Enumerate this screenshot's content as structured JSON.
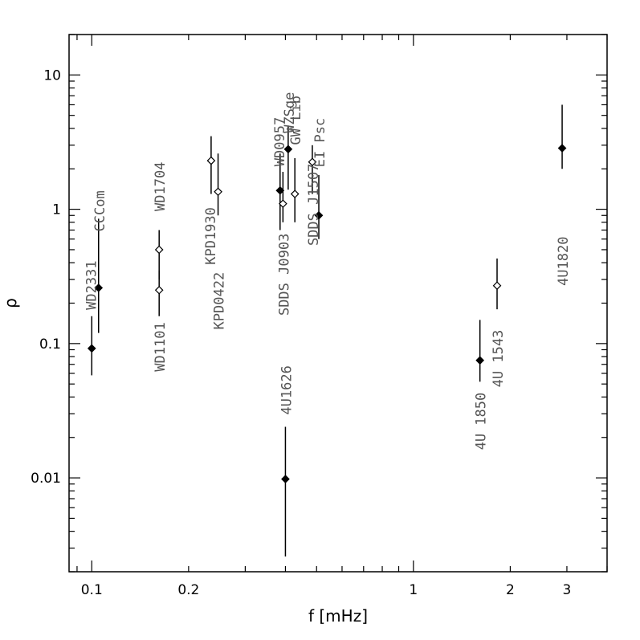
{
  "chart_data": {
    "type": "scatter",
    "xlabel": "f [mHz]",
    "ylabel": "ρ",
    "x_scale": "log",
    "y_scale": "log",
    "xlim": [
      0.085,
      4.0
    ],
    "ylim": [
      0.002,
      20
    ],
    "x_ticks": [
      {
        "value": 0.1,
        "label": "0.1"
      },
      {
        "value": 0.2,
        "label": "0.2"
      },
      {
        "value": 1,
        "label": "1"
      },
      {
        "value": 2,
        "label": "2"
      },
      {
        "value": 3,
        "label": "3"
      }
    ],
    "y_ticks": [
      {
        "value": 0.01,
        "label": "0.01"
      },
      {
        "value": 0.1,
        "label": "0.1"
      },
      {
        "value": 1,
        "label": "1"
      },
      {
        "value": 10,
        "label": "10"
      }
    ],
    "points": [
      {
        "name": "WD2331",
        "x": 0.1,
        "y": 0.092,
        "ylow": 0.058,
        "yhigh": 0.16,
        "filled": true
      },
      {
        "name": "CCCom",
        "x": 0.105,
        "y": 0.26,
        "ylow": 0.12,
        "yhigh": 0.85,
        "filled": true
      },
      {
        "name": "WD1704",
        "x": 0.162,
        "y": 0.5,
        "ylow": 0.3,
        "yhigh": 0.7,
        "filled": false
      },
      {
        "name": "WD1101",
        "x": 0.162,
        "y": 0.25,
        "ylow": 0.16,
        "yhigh": 0.35,
        "filled": false
      },
      {
        "name": "KPD1930",
        "x": 0.235,
        "y": 2.3,
        "ylow": 1.3,
        "yhigh": 3.5,
        "filled": false
      },
      {
        "name": "KPD0422",
        "x": 0.247,
        "y": 1.35,
        "ylow": 0.9,
        "yhigh": 2.6,
        "filled": false
      },
      {
        "name": "WD0957",
        "x": 0.385,
        "y": 1.38,
        "ylow": 0.7,
        "yhigh": 2.6,
        "filled": true
      },
      {
        "name": "SDDS J0903",
        "x": 0.393,
        "y": 1.1,
        "ylow": 0.8,
        "yhigh": 1.9,
        "filled": false
      },
      {
        "name": "WZSge",
        "x": 0.408,
        "y": 2.8,
        "ylow": 1.4,
        "yhigh": 4.2,
        "filled": true
      },
      {
        "name": "GW Lib",
        "x": 0.428,
        "y": 1.3,
        "ylow": 0.8,
        "yhigh": 2.4,
        "filled": false
      },
      {
        "name": "SDDS J1507",
        "x": 0.485,
        "y": 2.25,
        "ylow": 1.3,
        "yhigh": 3.0,
        "filled": false
      },
      {
        "name": "EI Psc",
        "x": 0.508,
        "y": 0.9,
        "ylow": 0.6,
        "yhigh": 1.8,
        "filled": true
      },
      {
        "name": "4U1626",
        "x": 0.4,
        "y": 0.0098,
        "ylow": 0.0026,
        "yhigh": 0.024,
        "filled": true
      },
      {
        "name": "4U 1850",
        "x": 1.61,
        "y": 0.075,
        "ylow": 0.052,
        "yhigh": 0.15,
        "filled": true
      },
      {
        "name": "4U 1543",
        "x": 1.82,
        "y": 0.27,
        "ylow": 0.18,
        "yhigh": 0.43,
        "filled": false
      },
      {
        "name": "4U1820",
        "x": 2.9,
        "y": 2.85,
        "ylow": 2.0,
        "yhigh": 6.0,
        "filled": true
      }
    ]
  }
}
